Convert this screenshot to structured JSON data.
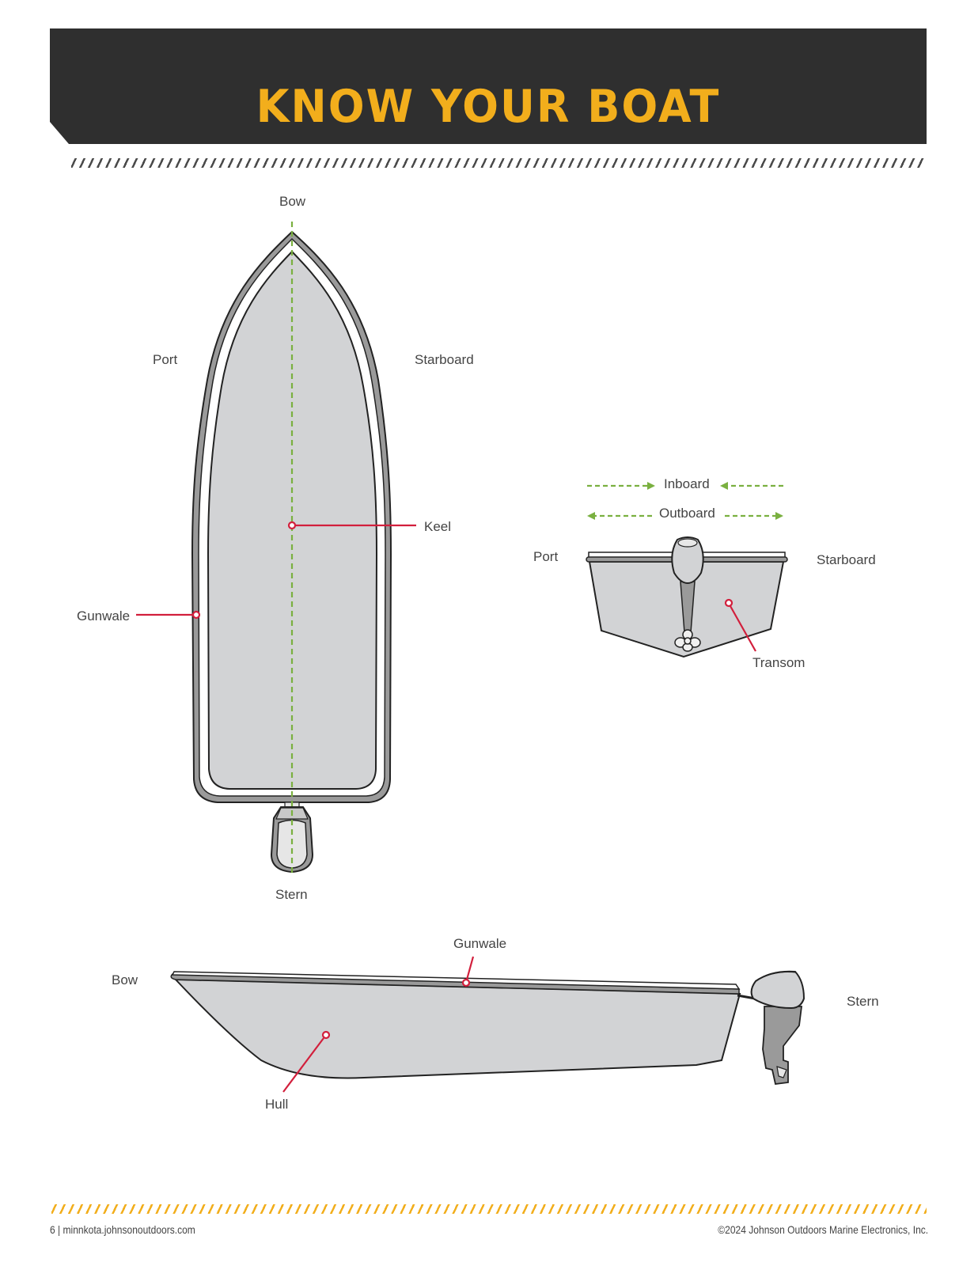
{
  "header": {
    "title": "KNOW YOUR BOAT"
  },
  "colors": {
    "banner": "#2f2f2f",
    "accent": "#f2ae1c",
    "callout": "#d21f3c",
    "centerline": "#7ab040",
    "hull_fill": "#d2d3d5"
  },
  "top_view": {
    "bow": "Bow",
    "stern": "Stern",
    "port": "Port",
    "starboard": "Starboard",
    "keel": "Keel",
    "gunwale": "Gunwale"
  },
  "rear_view": {
    "inboard": "Inboard",
    "outboard": "Outboard",
    "port": "Port",
    "starboard": "Starboard",
    "transom": "Transom"
  },
  "side_view": {
    "bow": "Bow",
    "stern": "Stern",
    "gunwale": "Gunwale",
    "hull": "Hull"
  },
  "footer": {
    "page_site": "6  |  minnkota.johnsonoutdoors.com",
    "copyright": "©2024 Johnson Outdoors Marine Electronics, Inc."
  }
}
